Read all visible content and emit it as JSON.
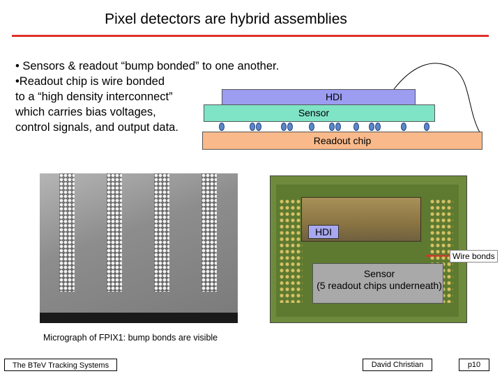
{
  "title": "Pixel detectors are hybrid assemblies",
  "bullets": {
    "line1": "• Sensors & readout “bump bonded” to one another.",
    "line2": "•Readout chip is wire bonded",
    "line3": "to a “high density interconnect”",
    "line4": "which carries bias voltages,",
    "line5": "control signals, and output data."
  },
  "schematic": {
    "hdi": "HDI",
    "sensor": "Sensor",
    "readout": "Readout chip",
    "colors": {
      "hdi": "#9c9cf0",
      "sensor": "#7fe3c6",
      "readout": "#f9b98a",
      "bump": "#5c86c9"
    }
  },
  "micrograph": {
    "caption": "Micrograph of FPIX1: bump bonds are visible"
  },
  "photo": {
    "hdi_label": "HDI",
    "sensor_line1": "Sensor",
    "sensor_line2": "(5 readout chips underneath)",
    "wire_bonds": "Wire bonds"
  },
  "footer": {
    "left": "The BTeV Tracking Systems",
    "middle": "David Christian",
    "right": "p10"
  },
  "accent_color": "#e0302a"
}
